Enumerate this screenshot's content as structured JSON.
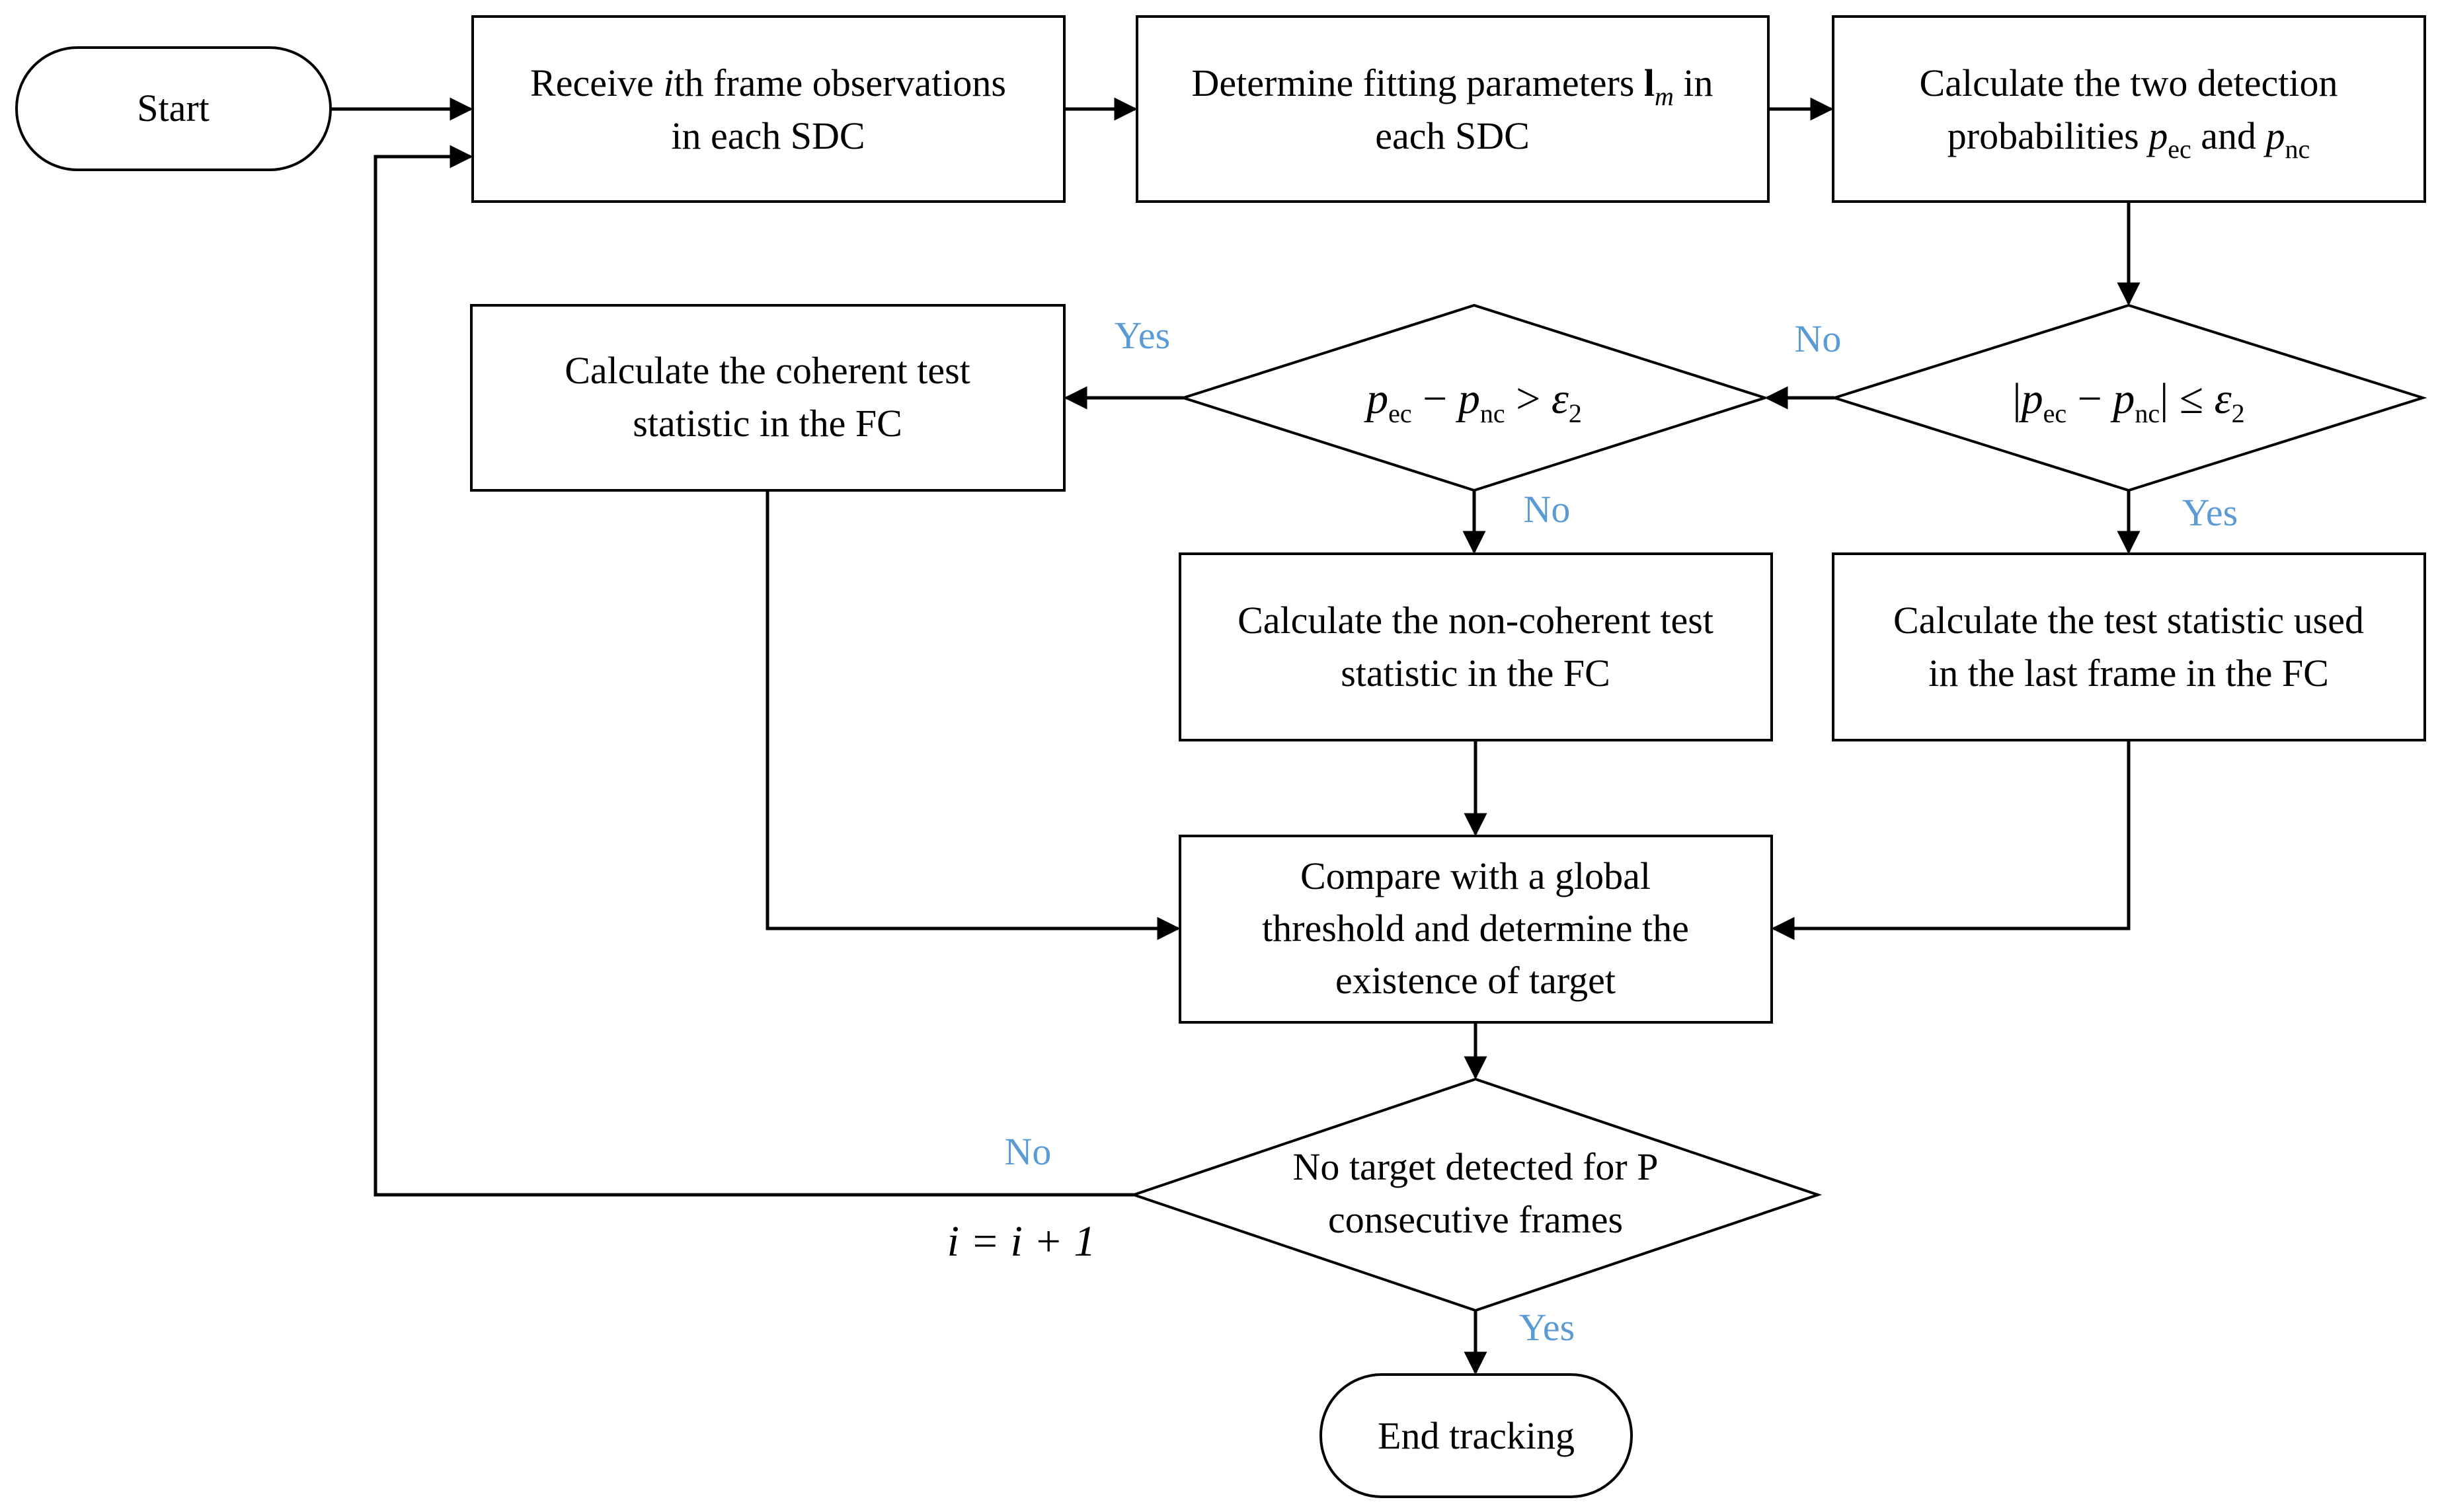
{
  "nodes": {
    "start": "Start",
    "receive": {
      "line1_pre": "Receive ",
      "line1_italic": "i",
      "line1_post": "th frame observations",
      "line2": "in each SDC"
    },
    "fit": {
      "line1_pre": "Determine fitting parameters ",
      "line1_sym": "l",
      "line1_sub": "m",
      "line1_post": " in",
      "line2": "each SDC"
    },
    "probs": {
      "line1": "Calculate the two detection",
      "line2_pre": "probabilities ",
      "sym_p": "p",
      "sub_ec": "ec",
      "and": " and ",
      "sub_nc": "nc"
    },
    "coherent": {
      "line1": "Calculate the coherent test",
      "line2": "statistic in the FC"
    },
    "noncoherent": {
      "line1": "Calculate the non-coherent test",
      "line2": "statistic in the FC"
    },
    "last": {
      "line1": "Calculate the test statistic used",
      "line2": "in the last frame in the FC"
    },
    "compare": {
      "line1": "Compare with a global",
      "line2": "threshold and determine the",
      "line3": "existence of target"
    },
    "consecutive": {
      "line1": "No target detected for P",
      "line2": "consecutive frames"
    },
    "end": "End tracking"
  },
  "decisions": {
    "d1": {
      "p": "p",
      "sub_ec": "ec",
      "minus": " − ",
      "sub_nc": "nc",
      "op": " > ",
      "eps": "ε",
      "eps_sub": "2"
    },
    "d2": {
      "bar": "|",
      "p": "p",
      "sub_ec": "ec",
      "minus": " − ",
      "sub_nc": "nc",
      "op": " ≤ ",
      "eps": "ε",
      "eps_sub": "2"
    }
  },
  "labels": {
    "yes_coherent": "Yes",
    "no_left": "No",
    "no_d1": "No",
    "yes_d2": "Yes",
    "no_loop": "No",
    "yes_end": "Yes",
    "increment": "i = i + 1"
  },
  "colors": {
    "label_blue": "#5b9bd5",
    "stroke": "#000000"
  }
}
